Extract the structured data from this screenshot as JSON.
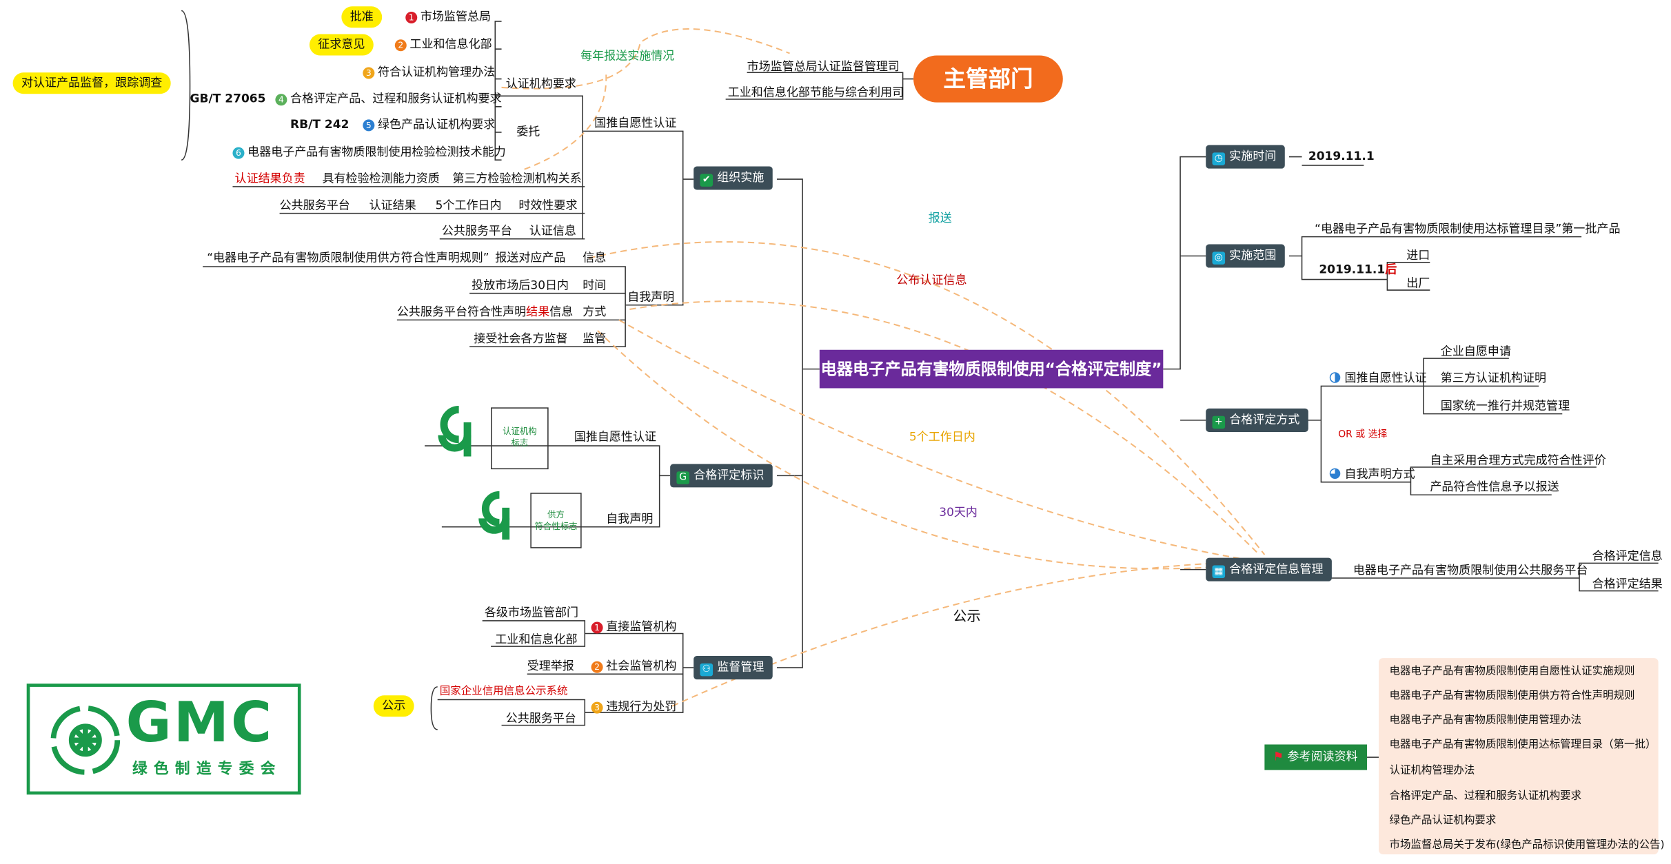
{
  "central": "电器电子产品有害物质限制使用“合格评定制度”",
  "major_dept": "主管部门",
  "right": {
    "impl_time": {
      "label": "实施时间",
      "value": "2019.11.1"
    },
    "scope": {
      "label": "实施范围",
      "catalog": "“电器电子产品有害物质限制使用达标管理目录”第一批产品",
      "date": "2019.11.1",
      "after": "后",
      "import": "进口",
      "factory": "出厂"
    },
    "method": {
      "label": "合格评定方式",
      "vol": "国推自愿性认证",
      "vol_items": [
        "企业自愿申请",
        "第三方认证机构证明",
        "国家统一推行并规范管理"
      ],
      "or": "OR 或 选择",
      "self": "自我声明方式",
      "self_items": [
        "自主采用合理方式完成符合性评价",
        "产品符合性信息予以报送"
      ]
    },
    "info": {
      "label": "合格评定信息管理",
      "platform": "电器电子产品有害物质限制使用公共服务平台",
      "items": [
        "合格评定信息",
        "合格评定结果"
      ]
    }
  },
  "refs": {
    "label": "参考阅读资料",
    "items": [
      "电器电子产品有害物质限制使用自愿性认证实施规则",
      "电器电子产品有害物质限制使用供方符合性声明规则",
      "电器电子产品有害物质限制使用管理办法",
      "电器电子产品有害物质限制使用达标管理目录（第一批）",
      "认证机构管理办法",
      "合格评定产品、过程和服务认证机构要求",
      "绿色产品认证机构要求",
      "市场监督总局关于发布(绿色产品标识使用管理办法的公告)"
    ]
  },
  "org": {
    "label": "组织实施",
    "vol": "国推自愿性认证",
    "req": "认证机构要求",
    "entrust": "委托",
    "approve": "批准",
    "consult": "征求意见",
    "supervise": "对认证产品监督，跟踪调查",
    "samr": "市场监管总局",
    "miit": "工业和信息化部",
    "rule3": "符合认证机构管理办法",
    "gbt": "GB/T 27065",
    "rule4": "合格评定产品、过程和服务认证机构要求",
    "rbt": "RB/T 242",
    "rule5": "绿色产品认证机构要求",
    "rule6": "电器电子产品有害物质限制使用检验检测技术能力",
    "resp": "认证结果负责",
    "capab": "具有检验检测能力资质",
    "third": "第三方检验检测机构关系",
    "p1": "公共服务平台",
    "cert_result": "认证结果",
    "days5": "5个工作日内",
    "timely": "时效性要求",
    "p2": "公共服务平台",
    "cert_info": "认证信息",
    "self": "自我声明",
    "rules": "“电器电子产品有害物质限制使用供方符合性声明规则”",
    "report_prod": "报送对应产品",
    "info": "信息",
    "d30": "投放市场后30日内",
    "time": "时间",
    "plat_a": "公共服务平台符合性声明",
    "plat_b": "结果",
    "plat_c": "信息",
    "method": "方式",
    "accept": "接受社会各方监督",
    "sup": "监管"
  },
  "mark": {
    "label": "合格评定标识",
    "vol": "国推自愿性认证",
    "self": "自我声明",
    "seal1": [
      "认证机构",
      "标志"
    ],
    "seal2": [
      "供方",
      "符合性标志"
    ]
  },
  "supv": {
    "label": "监督管理",
    "direct": "直接监管机构",
    "social": "社会监管机构",
    "illegal": "违规行为处罚",
    "local": "各级市场监管部门",
    "miit": "工业和信息化部",
    "report": "受理举报",
    "publicize": "公示",
    "credit": "国家企业信用信息公示系统",
    "platform": "公共服务平台"
  },
  "dept": {
    "d1": "市场监管总局认证监督管理司",
    "d2": "工业和信息化部节能与综合利用司",
    "yearly": "每年报送实施情况"
  },
  "arrows": {
    "report": "报送",
    "publish": "公布认证信息",
    "d5": "5个工作日内",
    "d30": "30天内",
    "publicize": "公示"
  },
  "logo": {
    "text": "GMC",
    "sub": "绿色制造专委会"
  },
  "colors": {
    "central": "#6a2a9b",
    "major": "#f26b1d",
    "node": "#3b4d57",
    "arrow": "#f5b87a",
    "green": "#1a9a4a"
  }
}
